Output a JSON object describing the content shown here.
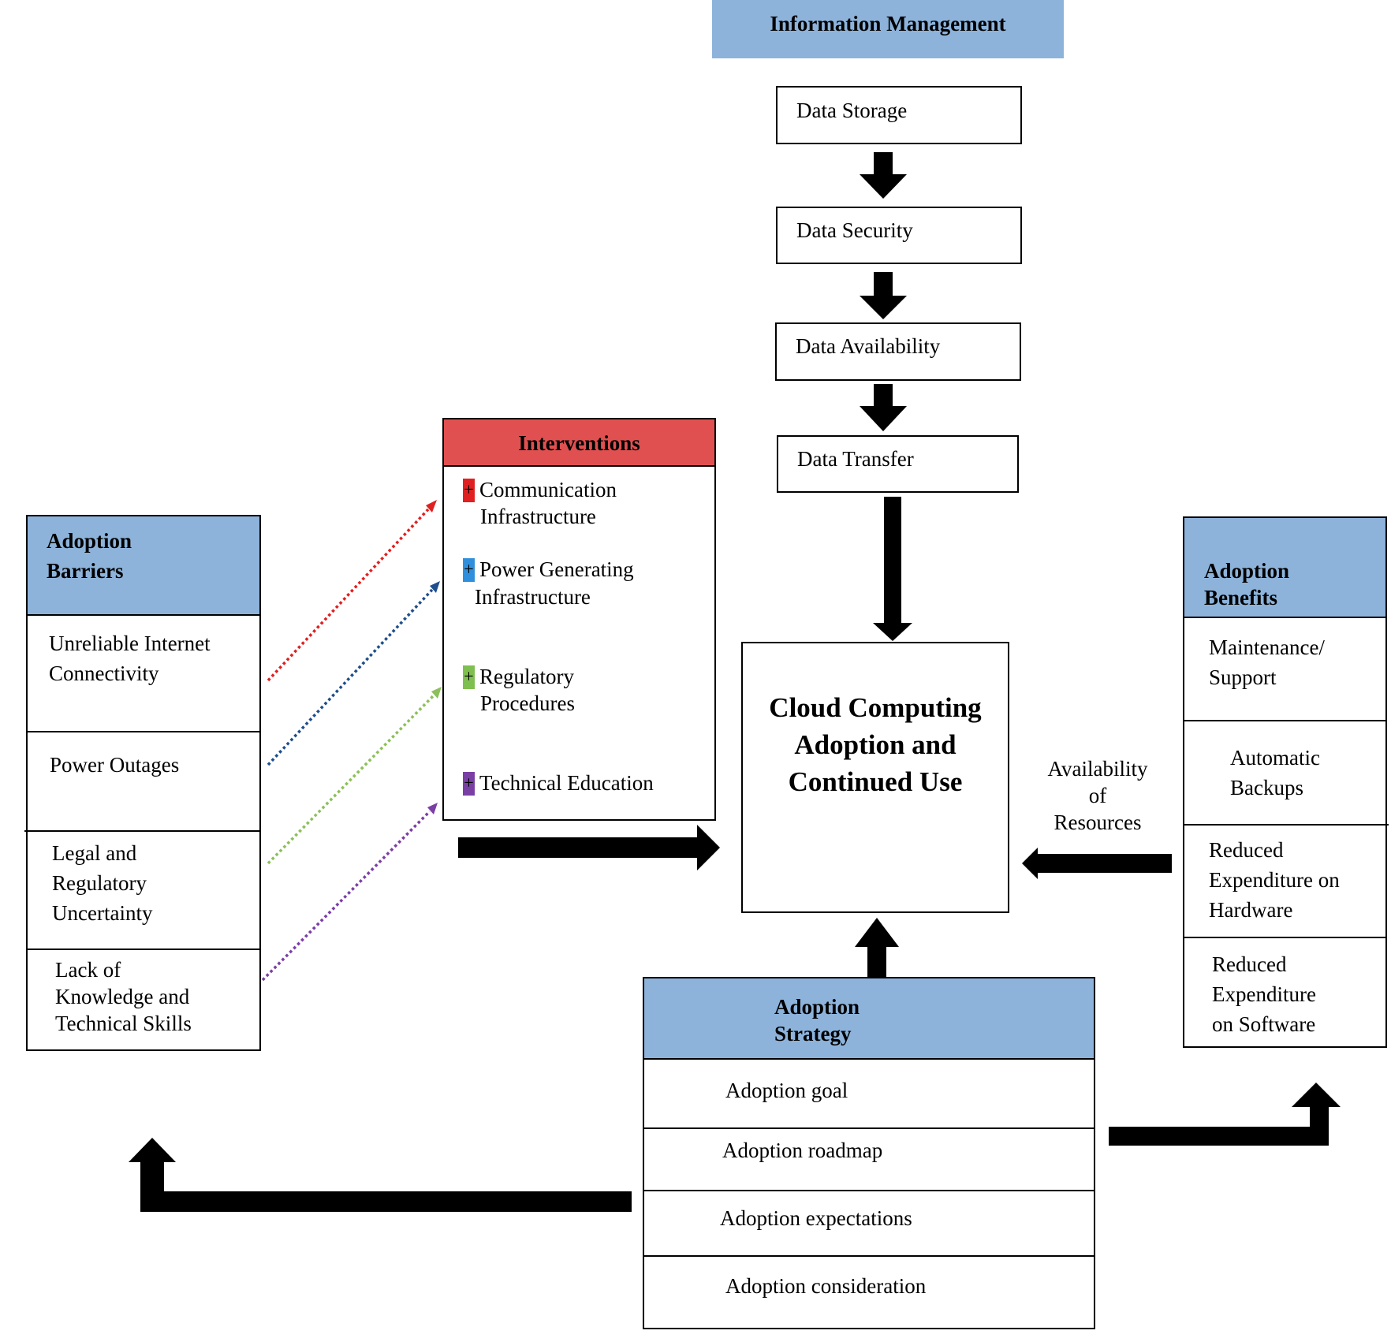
{
  "colors": {
    "header_blue": "#8db3db",
    "interventions_red": "#e05050",
    "communication": "#e02020",
    "power": "#2f8fdc",
    "regulatory": "#7fbf4f",
    "technical": "#7a3fa5",
    "arrow_red": "#e02020",
    "arrow_blue": "#1f4e8c",
    "arrow_green": "#8cc05a",
    "arrow_purple": "#7a3fa5"
  },
  "information_management": {
    "title": "Information Management",
    "steps": [
      "Data Storage",
      "Data Security",
      "Data Availability",
      "Data Transfer"
    ]
  },
  "interventions": {
    "title": "Interventions",
    "items": [
      {
        "line1": "Communication",
        "line2": "Infrastructure",
        "marker": "+"
      },
      {
        "line1": "Power Generating",
        "line2": "Infrastructure",
        "marker": "+"
      },
      {
        "line1": "Regulatory",
        "line2": "Procedures",
        "marker": "+"
      },
      {
        "line1": "Technical Education",
        "marker": "+"
      }
    ]
  },
  "barriers": {
    "title_line1": "Adoption",
    "title_line2": "Barriers",
    "items": [
      {
        "lines": [
          "Unreliable Internet",
          "Connectivity"
        ]
      },
      {
        "lines": [
          "Power Outages"
        ]
      },
      {
        "lines": [
          "Legal and",
          "Regulatory",
          "Uncertainty"
        ]
      },
      {
        "lines": [
          "Lack of",
          "Knowledge and",
          "Technical Skills"
        ]
      }
    ]
  },
  "center": {
    "line1": "Cloud Computing",
    "line2": "Adoption and",
    "line3": "Continued Use"
  },
  "availability": {
    "line1": "Availability",
    "line2": "of",
    "line3": "Resources"
  },
  "benefits": {
    "title_line1": "Adoption",
    "title_line2": "Benefits",
    "items": [
      {
        "lines": [
          "Maintenance/",
          "Support"
        ]
      },
      {
        "lines": [
          "Automatic",
          "Backups"
        ]
      },
      {
        "lines": [
          "Reduced",
          "Expenditure on",
          "Hardware"
        ]
      },
      {
        "lines": [
          "Reduced",
          "Expenditure",
          "on Software"
        ]
      }
    ]
  },
  "strategy": {
    "title_line1": "Adoption",
    "title_line2": "Strategy",
    "items": [
      "Adoption goal",
      "Adoption roadmap",
      "Adoption expectations",
      "Adoption consideration"
    ]
  }
}
